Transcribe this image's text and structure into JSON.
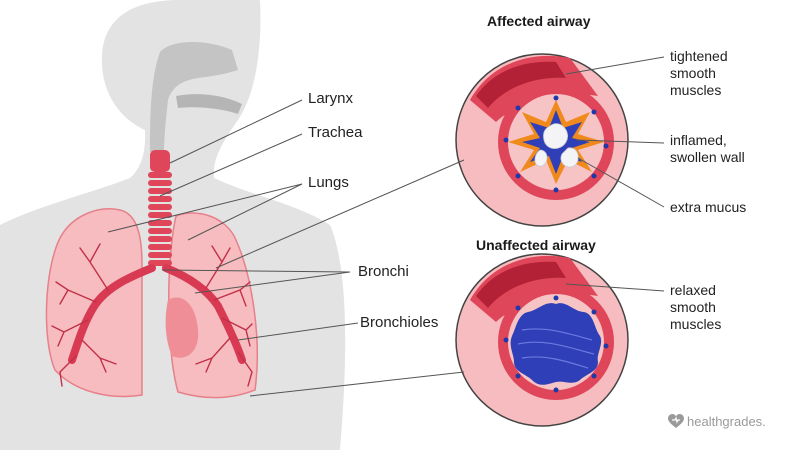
{
  "titles": {
    "affected": "Affected airway",
    "unaffected": "Unaffected airway"
  },
  "left_labels": {
    "larynx": "Larynx",
    "trachea": "Trachea",
    "lungs": "Lungs",
    "bronchi": "Bronchi",
    "bronchioles": "Bronchioles"
  },
  "affected_labels": {
    "muscles": [
      "tightened",
      "smooth",
      "muscles"
    ],
    "wall": [
      "inflamed,",
      "swollen wall"
    ],
    "mucus": "extra mucus"
  },
  "unaffected_labels": {
    "muscles": [
      "relaxed",
      "smooth",
      "muscles"
    ]
  },
  "brand": {
    "name": "healthgrades."
  },
  "colors": {
    "body_silhouette": "#e3e3e3",
    "head_detail": "#c4c4c4",
    "lung_fill": "#f6bcbf",
    "lung_outline": "#e6808a",
    "airway_red": "#e0465a",
    "airway_dark": "#b32136",
    "wall_pink": "#f7c4c6",
    "inflamed_orange": "#f08a1c",
    "lumen_blue": "#2e3fb8",
    "mucus_white": "#f4f4f7",
    "leader_line": "#555555"
  }
}
